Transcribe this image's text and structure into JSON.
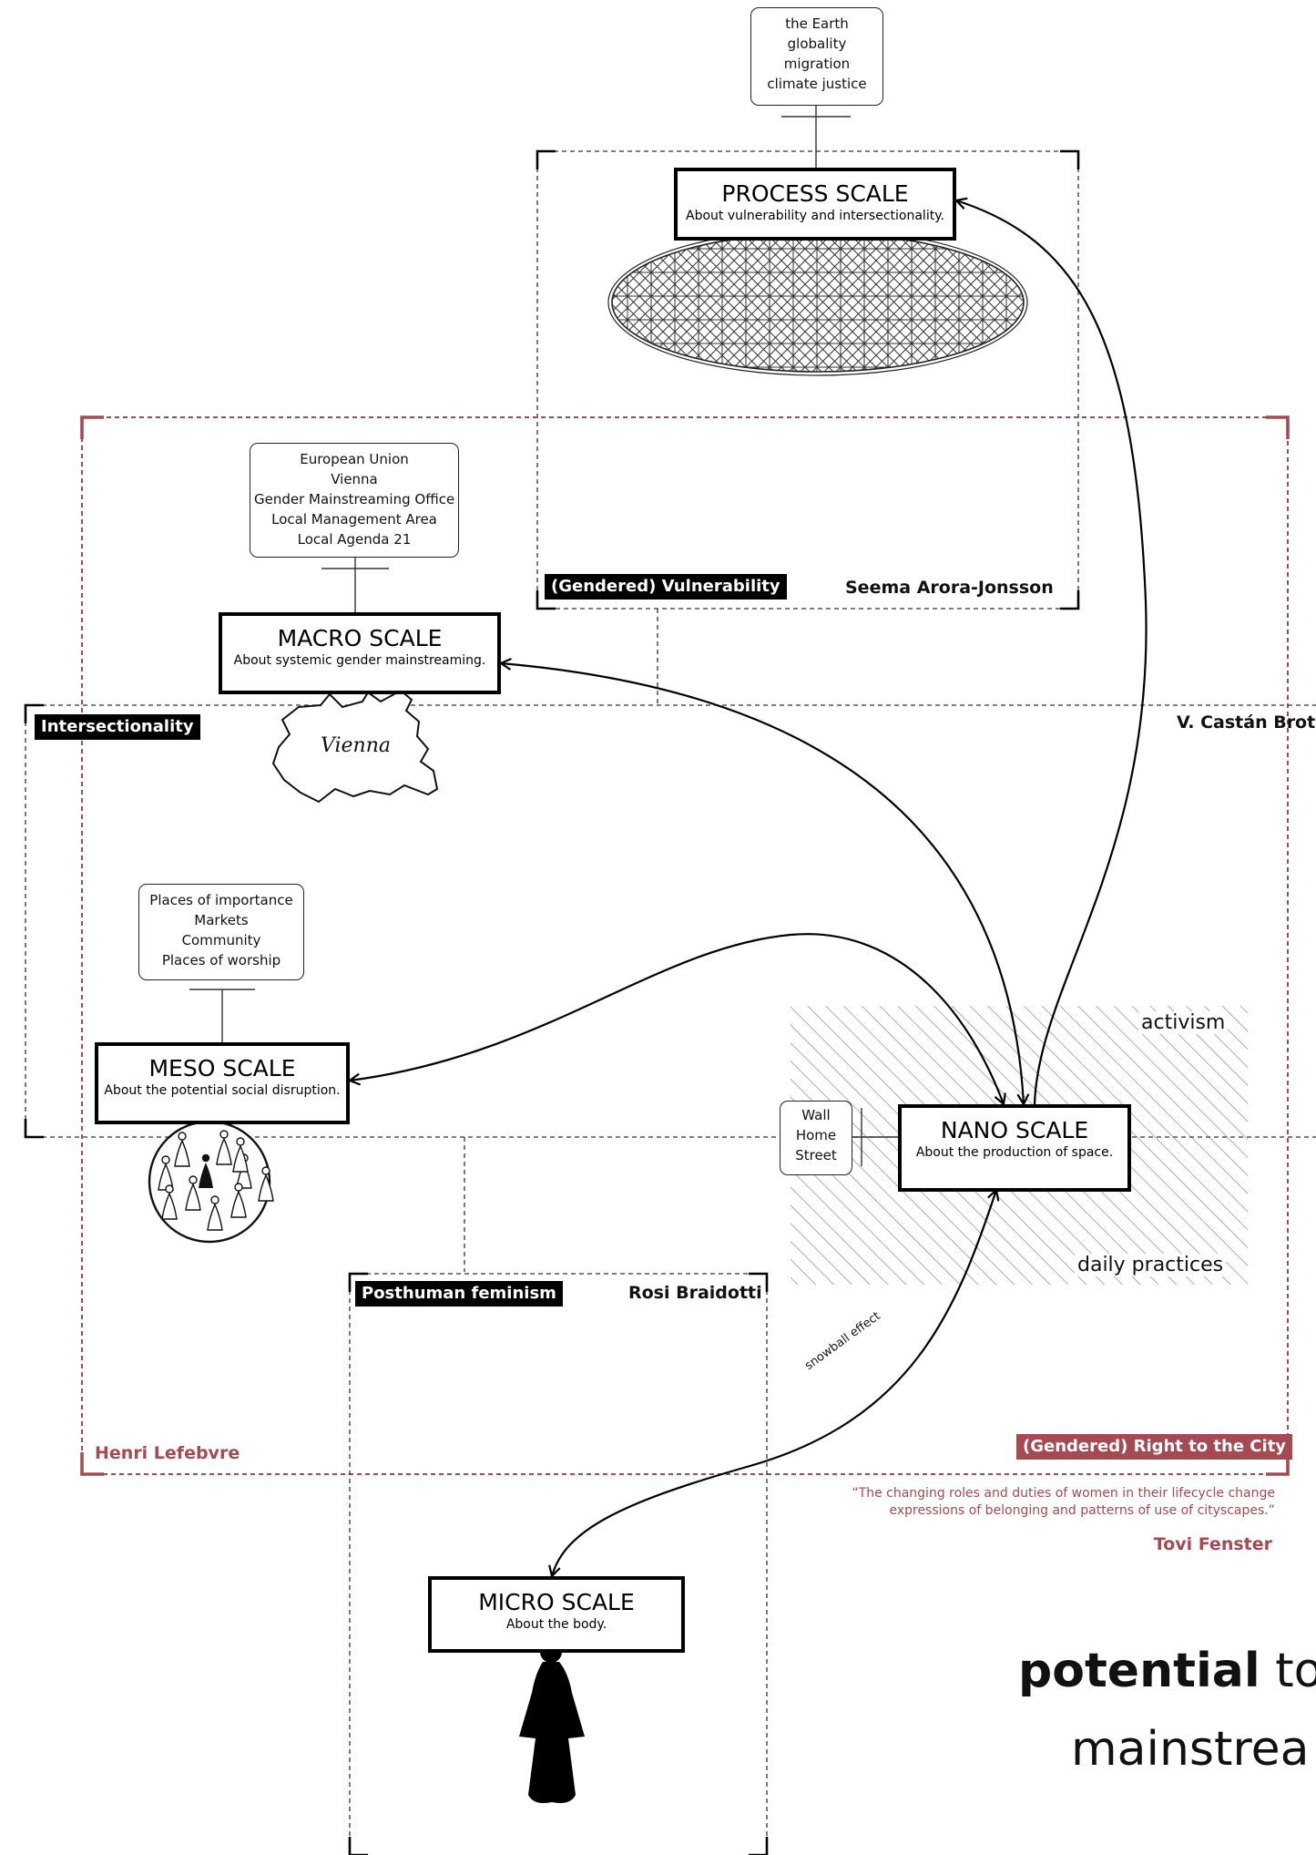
{
  "process": {
    "title": "PROCESS SCALE",
    "subtitle": "About vulnerability and intersectionality.",
    "tags": [
      "the Earth",
      "globality",
      "migration",
      "climate justice"
    ]
  },
  "macro": {
    "title": "MACRO SCALE",
    "subtitle": "About systemic gender mainstreaming.",
    "tags": [
      "European Union",
      "Vienna",
      "Gender Mainstreaming Office",
      "Local Management Area",
      "Local Agenda 21"
    ],
    "sketch_label": "Vienna"
  },
  "meso": {
    "title": "MESO SCALE",
    "subtitle": "About the potential social disruption.",
    "tags": [
      "Places of importance",
      "Markets",
      "Community",
      "Places of worship"
    ]
  },
  "nano": {
    "title": "NANO SCALE",
    "subtitle": "About the production of space.",
    "tags": [
      "Wall",
      "Home",
      "Street"
    ],
    "top_label": "activism",
    "bottom_label": "daily practices"
  },
  "micro": {
    "title": "MICRO SCALE",
    "subtitle": "About the body."
  },
  "frames": {
    "vulnerability": {
      "label": "(Gendered) Vulnerability",
      "author": "Seema Arora-Jonsson"
    },
    "intersectionality": {
      "label": "Intersectionality",
      "author": "V. Castán Brot"
    },
    "posthuman": {
      "label": "Posthuman feminism",
      "author": "Rosi Braidotti"
    },
    "right_to_city": {
      "label": "(Gendered) Right to the City",
      "author": "Henri Lefebvre"
    }
  },
  "quote": {
    "lines": [
      "“The changing roles and duties of women in their lifecycle change",
      "expressions of belonging and patterns of use of cityscapes.”"
    ],
    "author": "Tovi Fenster"
  },
  "arrow_label": "snowball effect",
  "bottom_text": {
    "bold": "potential",
    "rest": " to",
    "line2": "mainstrea"
  },
  "colors": {
    "accent_red": "#a54a52",
    "ink": "#000000",
    "hatch": "#8a8a8a"
  },
  "icons": [
    "network-ellipse-icon",
    "vienna-map-icon",
    "community-circle-icon",
    "standing-woman-icon"
  ]
}
